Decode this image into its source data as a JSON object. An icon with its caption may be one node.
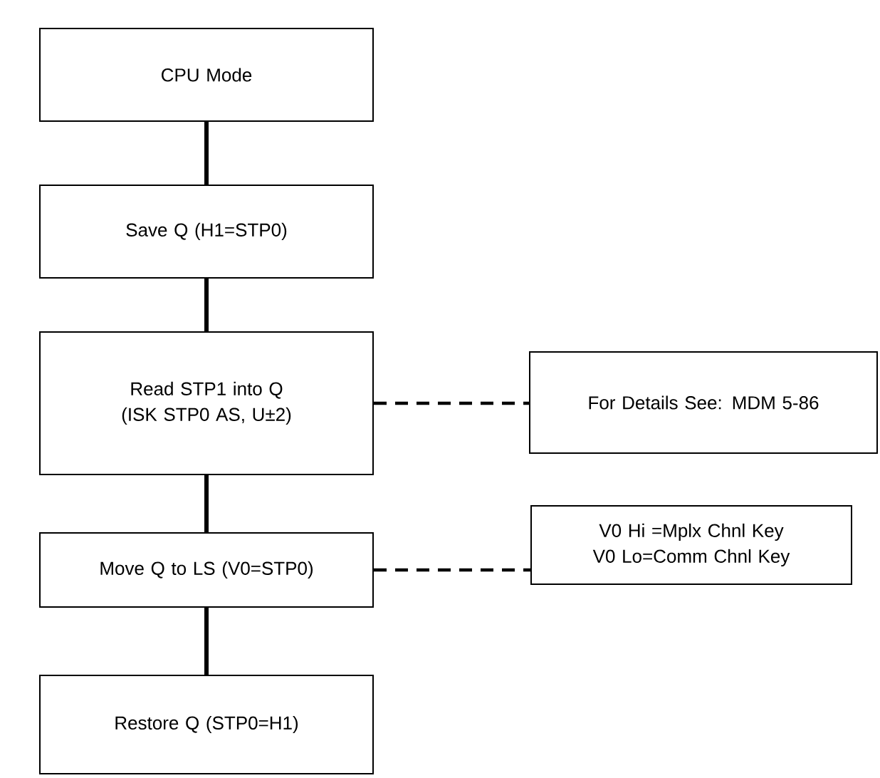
{
  "diagram": {
    "nodes": [
      {
        "text": [
          "CPU Mode"
        ]
      },
      {
        "text": [
          "Save Q (H1=STP0)"
        ]
      },
      {
        "text": [
          "Read STP1 into Q (ISK STP0 AS, U±2)"
        ]
      },
      {
        "text": [
          "For Details See: MDM 5-86"
        ]
      },
      {
        "text": [
          "Move Q to LS (V0=STP0)"
        ]
      },
      {
        "text": [
          "V0 Hi =Mplx Chnl Key",
          "V0 Lo=Comm Chnl Key"
        ]
      },
      {
        "text": [
          "Restore Q (STP0=H1)"
        ]
      }
    ],
    "edges": [
      {
        "from": 0,
        "to": 1,
        "arrow": "none"
      },
      {
        "from": 1,
        "to": 2,
        "arrow": "none"
      },
      {
        "from": 2,
        "to": 3,
        "arrow": "none",
        "style": "dashed"
      },
      {
        "from": 2,
        "to": 4,
        "arrow": "none"
      },
      {
        "from": 4,
        "to": 5,
        "arrow": "none",
        "style": "dashed"
      },
      {
        "from": 4,
        "to": 6,
        "arrow": "none"
      }
    ]
  }
}
